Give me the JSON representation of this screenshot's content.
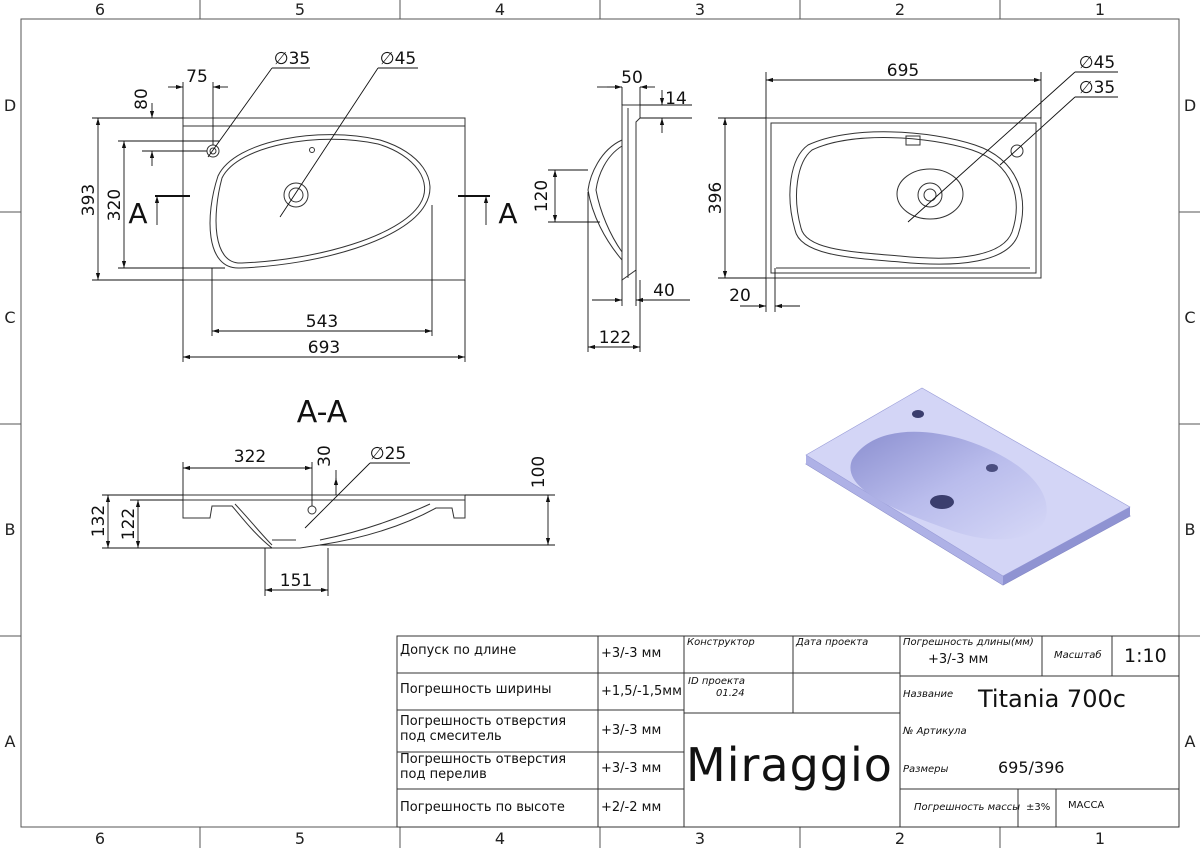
{
  "frame": {
    "columns": [
      "6",
      "5",
      "4",
      "3",
      "2",
      "1"
    ],
    "rows": [
      "D",
      "C",
      "B",
      "A"
    ]
  },
  "front_view": {
    "dims": [
      "75",
      "80",
      "393",
      "320",
      "543",
      "693"
    ],
    "diameters": [
      "∅35",
      "∅45"
    ],
    "section_marks": [
      "A",
      "A"
    ]
  },
  "side_view": {
    "dims": [
      "50",
      "14",
      "120",
      "40",
      "122"
    ]
  },
  "top_view": {
    "dims": [
      "695",
      "396",
      "20"
    ],
    "diameters": [
      "∅45",
      "∅35"
    ]
  },
  "section_view": {
    "title": "A-A",
    "dims": [
      "322",
      "30",
      "100",
      "132",
      "122",
      "151"
    ],
    "diameter": "∅25"
  },
  "title_block": {
    "specs": [
      {
        "label": "Допуск по длине",
        "value": "+3/-3 мм"
      },
      {
        "label": "Погрешность ширины",
        "value": "+1,5/-1,5мм"
      },
      {
        "label": "Погрешность отверстия под смеситель",
        "value": "+3/-3 мм"
      },
      {
        "label": "Погрешность отверстия под перелив",
        "value": "+3/-3 мм"
      },
      {
        "label": "Погрешность по высоте",
        "value": "+2/-2 мм"
      }
    ],
    "designer_label": "Конструктор",
    "project_date_label": "Дата проекта",
    "project_id_label": "ID проекта",
    "project_id_value": "01.24",
    "brand": "Miraggio",
    "length_tolerance_label": "Погрешность длины(мм)",
    "length_tolerance_value": "+3/-3 мм",
    "scale_label": "Масштаб",
    "scale_value": "1:10",
    "name_label": "Название",
    "name_value": "Titania 700c",
    "article_label": "№ Артикула",
    "sizes_label": "Размеры",
    "sizes_value": "695/396",
    "mass_tolerance_label": "Погрешность массы",
    "mass_tolerance_value": "±3%",
    "mass_label": "МАССА"
  }
}
